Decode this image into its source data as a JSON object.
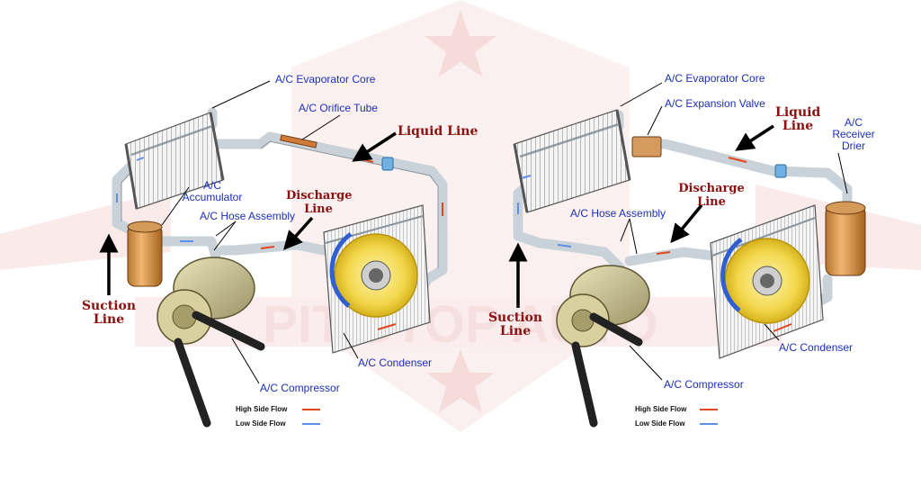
{
  "watermark_text": "PIT STOP AUTO",
  "colors": {
    "high_side": "#e2461c",
    "low_side": "#5f8fe8",
    "label_blue": "#1b2fb8",
    "label_red": "#8b1010",
    "watermark": "#e7a0a0"
  },
  "left": {
    "evaporator": "A/C Evaporator Core",
    "orifice": "A/C Orifice Tube",
    "liquid_line": "Liquid Line",
    "accumulator_1": "A/C",
    "accumulator_2": "Accumulator",
    "hose": "A/C Hose Assembly",
    "discharge_1": "Discharge",
    "discharge_2": "Line",
    "suction_1": "Suction",
    "suction_2": "Line",
    "condenser": "A/C Condenser",
    "compressor": "A/C Compressor",
    "legend_high": "High Side Flow",
    "legend_low": "Low Side Flow"
  },
  "right": {
    "evaporator": "A/C Evaporator Core",
    "expansion": "A/C Expansion Valve",
    "liquid_1": "Liquid",
    "liquid_2": "Line",
    "receiver_1": "A/C",
    "receiver_2": "Receiver",
    "receiver_3": "Drier",
    "hose": "A/C Hose Assembly",
    "discharge_1": "Discharge",
    "discharge_2": "Line",
    "suction_1": "Suction",
    "suction_2": "Line",
    "condenser": "A/C Condenser",
    "compressor": "A/C Compressor",
    "legend_high": "High Side Flow",
    "legend_low": "Low Side Flow"
  }
}
